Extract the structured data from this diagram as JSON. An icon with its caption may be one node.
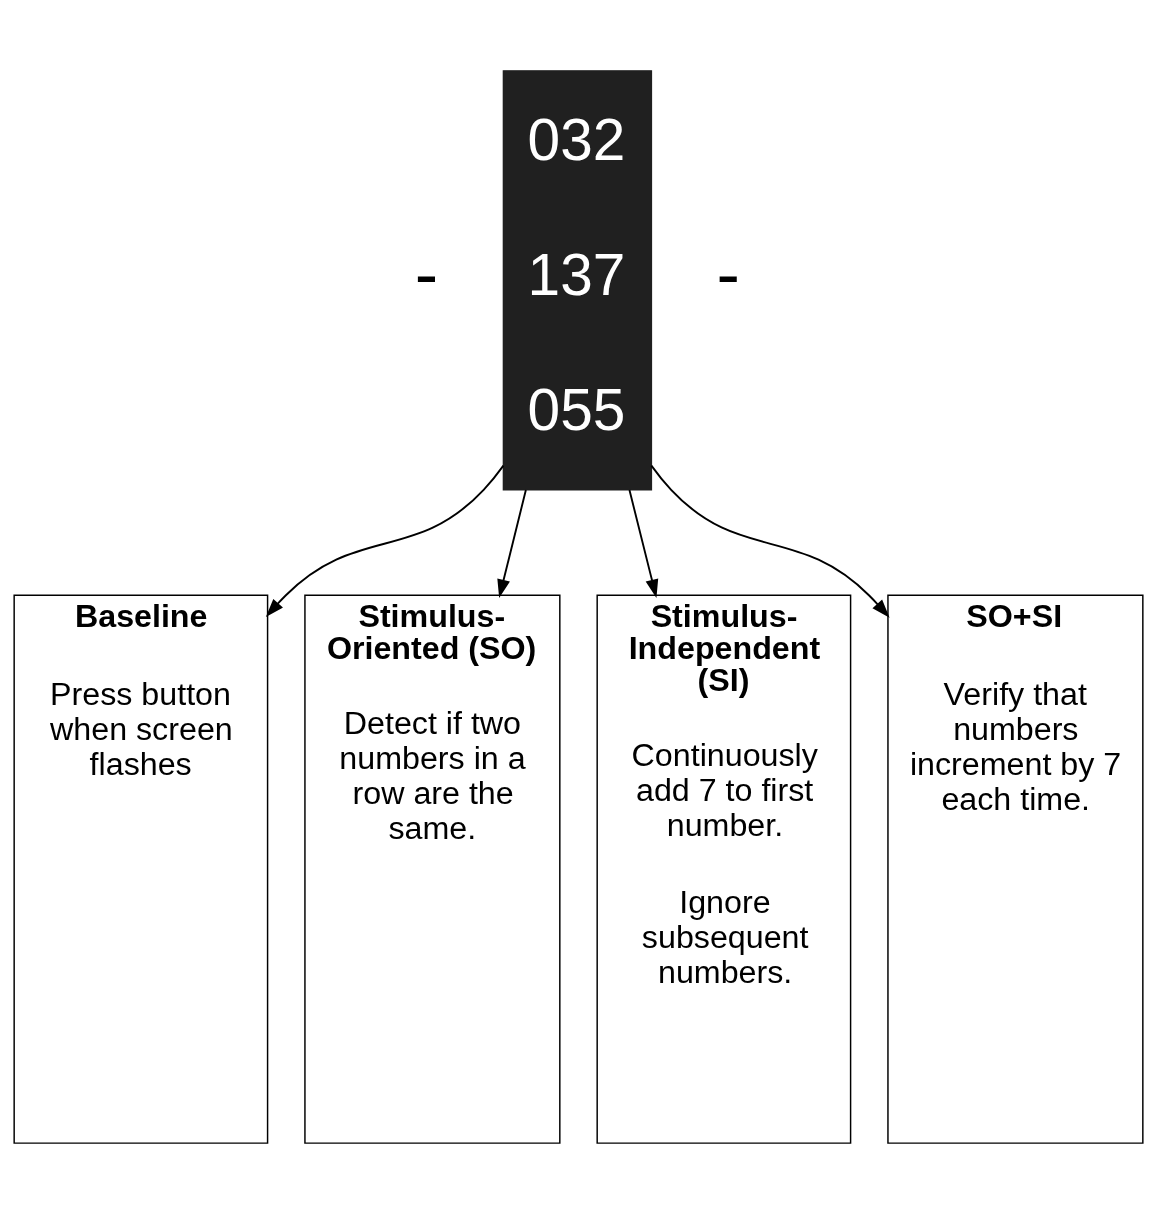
{
  "diagram": {
    "nodes": [
      {
        "text": [
          "032",
          "137",
          "055"
        ]
      },
      {
        "text": [
          "Baseline",
          "Press button when screen flashes"
        ]
      },
      {
        "text": [
          "Stimulus-Oriented (SO)",
          "Detect if two numbers in a row are the same."
        ]
      },
      {
        "text": [
          "Stimulus-Independent (SI)",
          "Continuously add 7 to first number.",
          "Ignore subsequent numbers."
        ]
      },
      {
        "text": [
          "SO+SI",
          "Verify that numbers increment by 7 each time."
        ]
      }
    ],
    "edges": [
      {
        "from": 0,
        "to": 1,
        "arrow": "to"
      },
      {
        "from": 0,
        "to": 2,
        "arrow": "to"
      },
      {
        "from": 0,
        "to": 3,
        "arrow": "to"
      },
      {
        "from": 0,
        "to": 4,
        "arrow": "to"
      }
    ],
    "labels": [
      "-",
      "-"
    ]
  }
}
